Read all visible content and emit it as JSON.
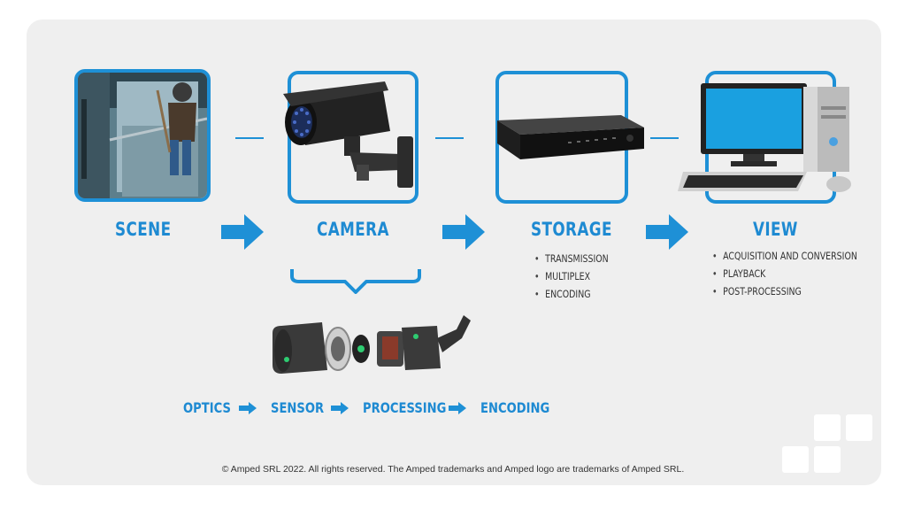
{
  "colors": {
    "accent": "#1e90d6",
    "background": "#efefef"
  },
  "stages": {
    "scene": {
      "title": "SCENE",
      "image_icon": "burglar-scene-image"
    },
    "camera": {
      "title": "CAMERA",
      "image_icon": "cctv-camera-image"
    },
    "storage": {
      "title": "STORAGE",
      "image_icon": "dvr-recorder-image",
      "bullets": [
        "TRANSMISSION",
        "MULTIPLEX",
        "ENCODING"
      ]
    },
    "view": {
      "title": "VIEW",
      "image_icon": "desktop-computer-image",
      "bullets": [
        "ACQUISITION AND CONVERSION",
        "PLAYBACK",
        "POST-PROCESSING"
      ]
    }
  },
  "camera_pipeline": {
    "steps": [
      "OPTICS",
      "SENSOR",
      "PROCESSING",
      "ENCODING"
    ],
    "image_icon": "exploded-camera-image"
  },
  "footer": "© Amped SRL 2022. All rights reserved. The Amped trademarks and Amped logo are trademarks of Amped SRL."
}
